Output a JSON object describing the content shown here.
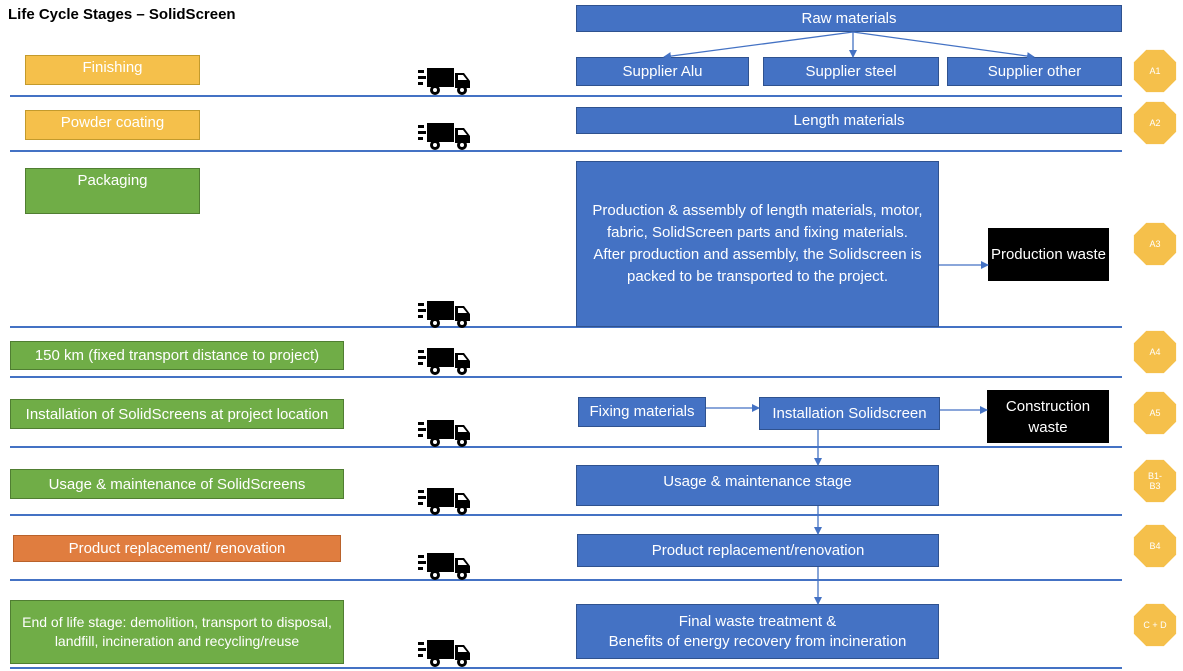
{
  "title": "Life Cycle Stages – SolidScreen",
  "stages": {
    "finishing": "Finishing",
    "powder_coating": "Powder coating",
    "packaging": "Packaging",
    "transport": "150 km (fixed transport distance to project)",
    "installation": "Installation of SolidScreens at project location",
    "usage": "Usage & maintenance of SolidScreens",
    "replacement": "Product replacement/ renovation",
    "end_of_life": "End of life stage: demolition, transport to disposal, landfill, incineration and recycling/reuse"
  },
  "process": {
    "raw_materials": "Raw materials",
    "supplier_alu": "Supplier Alu",
    "supplier_steel": "Supplier steel",
    "supplier_other": "Supplier other",
    "length_materials": "Length materials",
    "production": "Production & assembly of length materials, motor, fabric, SolidScreen parts and fixing materials. After production and assembly, the Solidscreen is packed to be transported to the project.",
    "production_waste": "Production waste",
    "fixing_materials": "Fixing materials",
    "installation_solidscreen": "Installation Solidscreen",
    "construction_waste": "Construction waste",
    "usage_stage": "Usage & maintenance stage",
    "replacement_stage": "Product replacement/renovation",
    "final_waste_line1": "Final waste treatment &",
    "final_waste_line2": "Benefits of energy recovery from incineration"
  },
  "badges": {
    "a1": "A1",
    "a2": "A2",
    "a3": "A3",
    "a4": "A4",
    "a5": "A5",
    "b1b3": "B1-B3",
    "b4": "B4",
    "cd": "C + D"
  },
  "colors": {
    "stage_yellow": "#f5c04b",
    "stage_green": "#70ad47",
    "stage_orange": "#e07d3f",
    "process_blue": "#4472c4",
    "waste_black": "#000000",
    "separator": "#4472c4",
    "badge": "#f5c04b"
  },
  "icons": {
    "transport": "truck-icon"
  }
}
